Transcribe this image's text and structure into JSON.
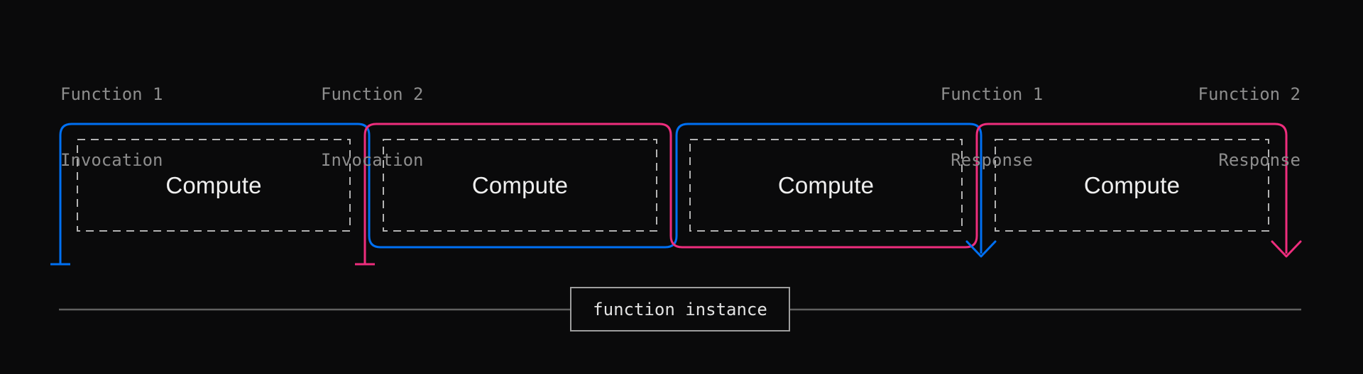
{
  "markers": {
    "fn1_invocation": {
      "line1": "Function 1",
      "line2": "Invocation"
    },
    "fn2_invocation": {
      "line1": "Function 2",
      "line2": "Invocation"
    },
    "fn1_response": {
      "line1": "Function 1",
      "line2": "Response"
    },
    "fn2_response": {
      "line1": "Function 2",
      "line2": "Response"
    }
  },
  "compute_boxes": [
    {
      "label": "Compute"
    },
    {
      "label": "Compute"
    },
    {
      "label": "Compute"
    },
    {
      "label": "Compute"
    }
  ],
  "timeline": {
    "label": "function instance"
  },
  "colors": {
    "background": "#0a0a0b",
    "function_1_accent": "#0070f3",
    "function_2_accent": "#ee2d7d",
    "marker_text": "#8d8d8d",
    "compute_text": "#efefef",
    "compute_outline": "#b3b3b3",
    "timeline_line": "#606060",
    "instance_box_border": "#9e9e9e",
    "instance_box_text": "#e3e3e3"
  }
}
